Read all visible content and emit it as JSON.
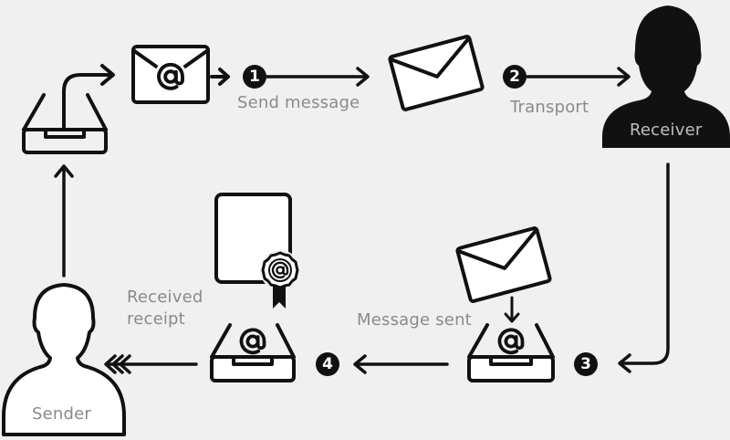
{
  "labels": {
    "send_message": "Send message",
    "transport": "Transport",
    "receiver": "Receiver",
    "message_sent": "Message sent",
    "received_receipt_line1": "Received",
    "received_receipt_line2": "receipt",
    "sender": "Sender"
  },
  "steps": [
    "1",
    "2",
    "3",
    "4"
  ],
  "colors": {
    "background": "#f0f0f0",
    "ink": "#111111",
    "label": "#8a8a8a",
    "receiver_label": "#bfbfbf"
  }
}
